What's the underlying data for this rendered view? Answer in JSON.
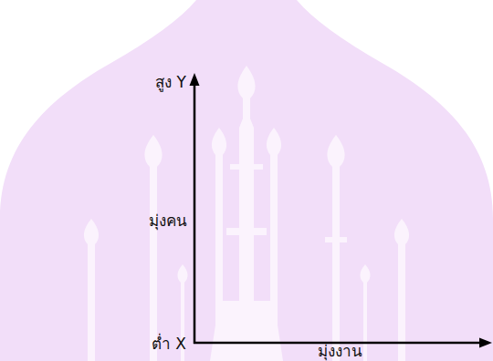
{
  "diagram": {
    "labels": [
      "สูง Y",
      "มุ่งคน",
      "ต่ำ X",
      "มุ่งงาน"
    ]
  }
}
